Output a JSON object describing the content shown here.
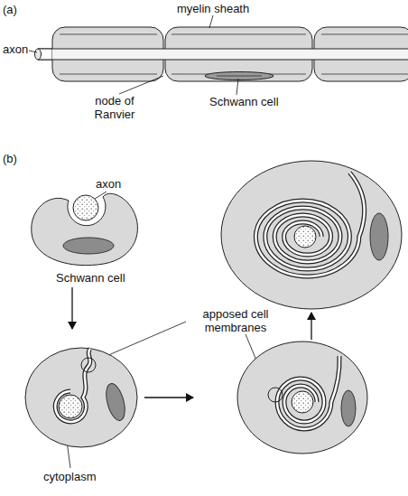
{
  "diagram": {
    "labels": [
      "(a)",
      "myelin sheath",
      "axon",
      "node of Ranvier",
      "Schwann cell",
      "(b)",
      "axon",
      "Schwann cell",
      "apposed cell membranes",
      "cytoplasm"
    ]
  }
}
